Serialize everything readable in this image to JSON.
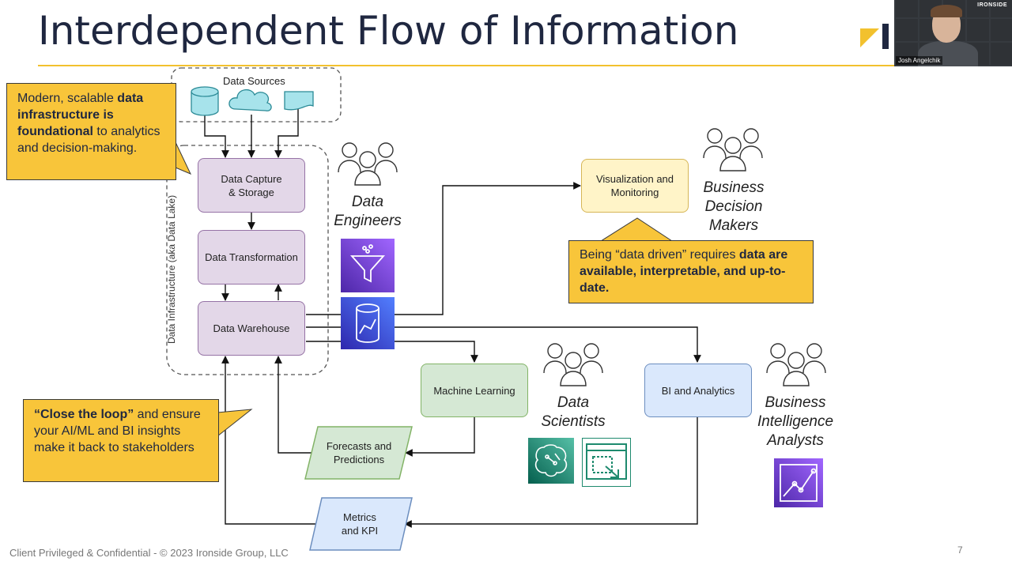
{
  "slide": {
    "title": "Interdependent Flow of Information",
    "footer": "Client Privileged & Confidential - © 2023 Ironside Group, LLC",
    "page_number": "7"
  },
  "video": {
    "brand": "IRONSIDE",
    "presenter": "Josh Angelchik"
  },
  "diagram": {
    "data_sources_label": "Data Sources",
    "infrastructure_label": "Data Infrastructure (aka Data Lake)",
    "nodes": {
      "capture": [
        "Data Capture",
        "& Storage"
      ],
      "transformation": "Data Transformation",
      "warehouse": "Data Warehouse",
      "visualization": [
        "Visualization and",
        "Monitoring"
      ],
      "ml": "Machine Learning",
      "bi": "BI and Analytics",
      "forecasts": [
        "Forecasts and",
        "Predictions"
      ],
      "metrics": [
        "Metrics",
        "and KPI"
      ]
    },
    "roles": {
      "engineers": [
        "Data",
        "Engineers"
      ],
      "decision_makers": [
        "Business",
        "Decision",
        "Makers"
      ],
      "scientists": [
        "Data",
        "Scientists"
      ],
      "bi_analysts": [
        "Business",
        "Intelligence",
        "Analysts"
      ]
    }
  },
  "callouts": {
    "infra": {
      "p1": "Modern, scalable ",
      "b1": "data infrastructure is foundational",
      "p2": " to analytics and decision-making."
    },
    "driven": {
      "p1": "Being “data driven” requires ",
      "b1": "data are available, interpretable, and up-to-date."
    },
    "loop": {
      "b1": "“Close the loop”",
      "p1": " and ensure your AI/ML and BI insights make it back to stakeholders"
    }
  },
  "colors": {
    "accent": "#f2c12e",
    "callout": "#f8c53a",
    "purple_icon": "#6b3fc7",
    "blue_icon": "#2f5bd8",
    "teal_icon": "#1e8a6e"
  },
  "icons": [
    "database-icon",
    "cloud-icon",
    "document-icon",
    "people-icon",
    "funnel-icon",
    "chart-database-icon",
    "brain-icon",
    "screen-icon",
    "line-chart-icon"
  ]
}
